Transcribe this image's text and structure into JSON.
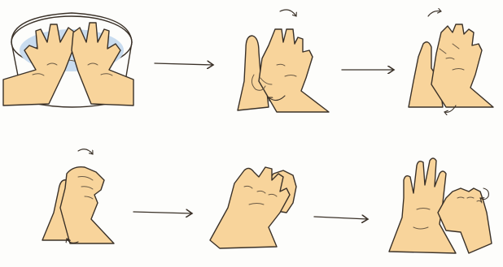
{
  "colors": {
    "skin": "#f8d49b",
    "skin_shadow": "#e9b878",
    "outline": "#3a3128",
    "water": "#c9dcef",
    "water_highlight": "#9fbfe2",
    "basin": "#f4f2ec",
    "background": "#fdfdfb"
  },
  "steps": [
    {
      "icon": "hands-in-water-basin-icon"
    },
    {
      "icon": "palm-to-palm-rub-icon"
    },
    {
      "icon": "interlaced-fingers-palms-icon"
    },
    {
      "icon": "back-of-hand-rub-icon"
    },
    {
      "icon": "fingers-interlocked-backs-icon"
    },
    {
      "icon": "thumb-rotational-rub-icon"
    }
  ],
  "arrows": [
    {
      "from": 1,
      "to": 2,
      "icon": "right-arrow-icon"
    },
    {
      "from": 2,
      "to": 3,
      "icon": "right-arrow-icon"
    },
    {
      "from": 4,
      "to": 5,
      "icon": "right-arrow-icon"
    },
    {
      "from": 5,
      "to": 6,
      "icon": "right-arrow-icon"
    }
  ],
  "rotation_indicators": {
    "icon": "rotation-arrow-icon"
  }
}
